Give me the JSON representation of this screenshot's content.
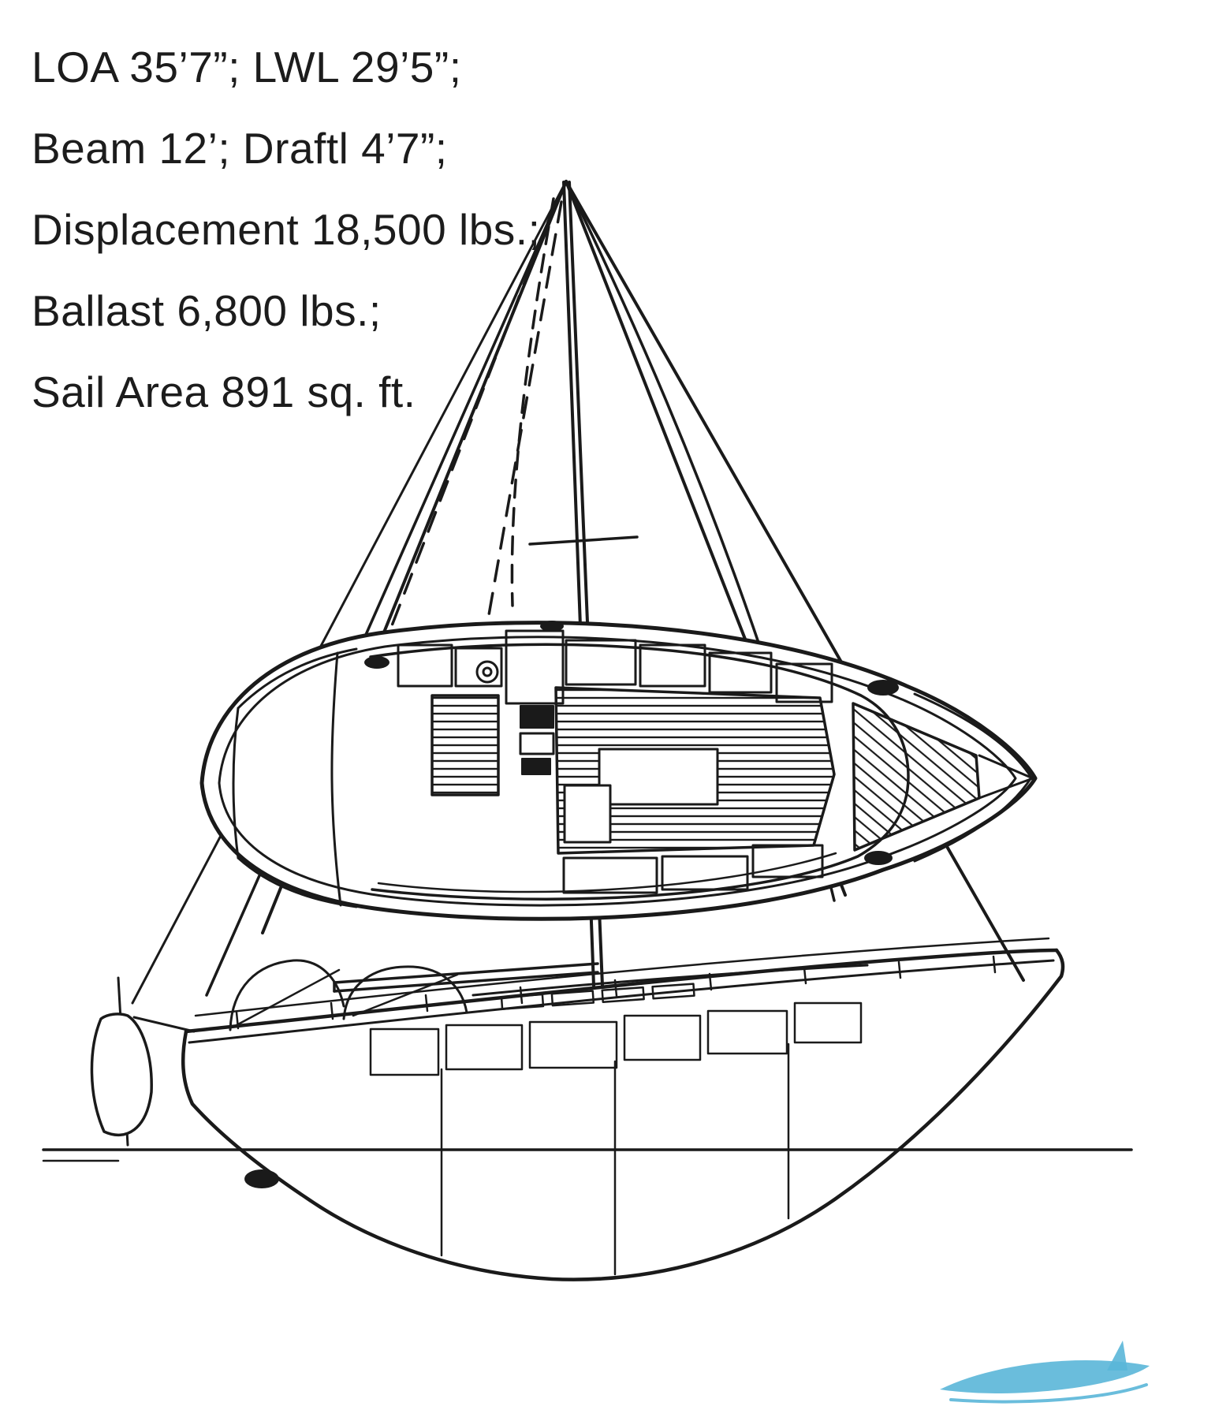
{
  "specs": {
    "lines": [
      "LOA 35’7”; LWL 29’5”;",
      "Beam 12’; Draftl 4’7”;",
      "Displacement 18,500 lbs.;",
      "Ballast 6,800 lbs.;",
      "Sail Area 891 sq. ft."
    ]
  },
  "drawing": {
    "subject": "sailboat line drawing with sail plan, deck plan and hull profile",
    "ink_color": "#1a1a1a"
  },
  "watermark": {
    "icon": "blue-wave-logo",
    "color": "#5ab6d8"
  }
}
